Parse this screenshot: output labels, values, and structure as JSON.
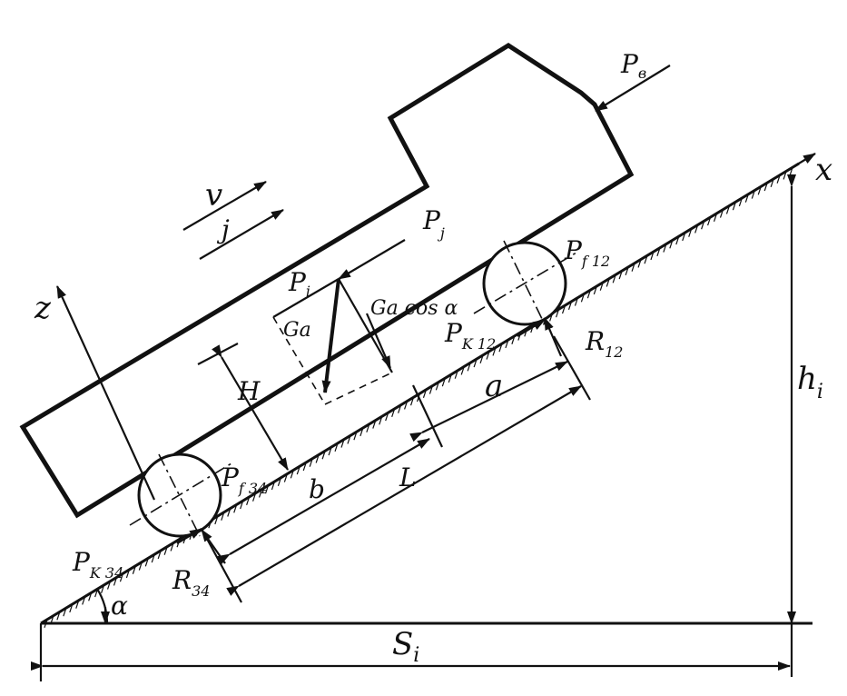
{
  "diagram": {
    "labels": {
      "pv": "P",
      "pv_sub": "в",
      "x_axis": "x",
      "z_axis": "z",
      "v": "v",
      "j": "j",
      "pj": "P",
      "pj_sub": "j",
      "pi": "P",
      "pi_sub": "i",
      "ga_cos": "Ga cos α",
      "ga": "Ga",
      "h_cap": "H",
      "pf12": "P",
      "pf12_sub": "f 12",
      "pk12": "P",
      "pk12_sub": "K 12",
      "r12": "R",
      "r12_sub": "12",
      "a": "a",
      "l": "L",
      "b": "b",
      "pf34": "P",
      "pf34_sub": "f 34",
      "pk34": "P",
      "pk34_sub": "K 34",
      "r34": "R",
      "r34_sub": "34",
      "alpha": "α",
      "hi": "h",
      "hi_sub": "i",
      "si": "S",
      "si_sub": "i"
    }
  }
}
